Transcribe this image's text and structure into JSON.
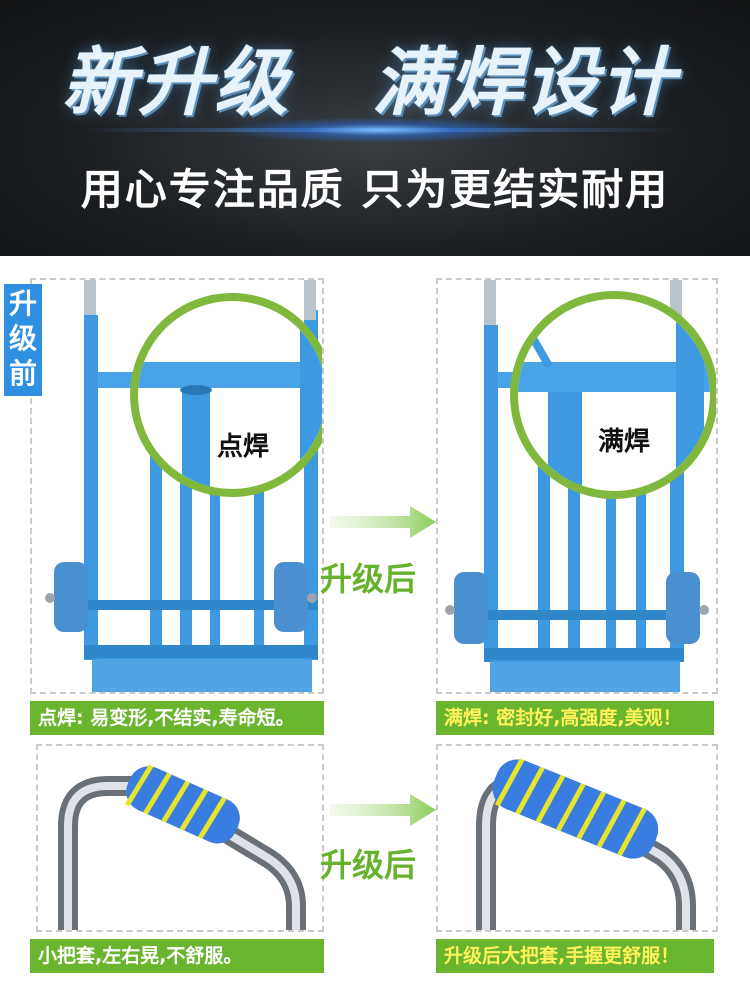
{
  "header": {
    "headline_left": "新升级",
    "headline_right": "满焊设计",
    "subline": "用心专注品质  只为更结实耐用"
  },
  "before_tag": "升级前",
  "arrow_label": "升级后",
  "top_left": {
    "weld_label": "点焊",
    "caption": "点焊: 易变形,不结实,寿命短。"
  },
  "top_right": {
    "weld_label": "满焊",
    "caption": "满焊: 密封好,高强度,美观！"
  },
  "bottom_left": {
    "caption": "小把套,左右晃,不舒服。"
  },
  "bottom_right": {
    "caption": "升级后大把套,手握更舒服！"
  },
  "colors": {
    "accent_green": "#6ab52e",
    "circle_green": "#7fb83c",
    "tag_blue": "#2f8fe0",
    "frame_blue": "#3d9ae0",
    "caption_yellow": "#fff25a"
  }
}
